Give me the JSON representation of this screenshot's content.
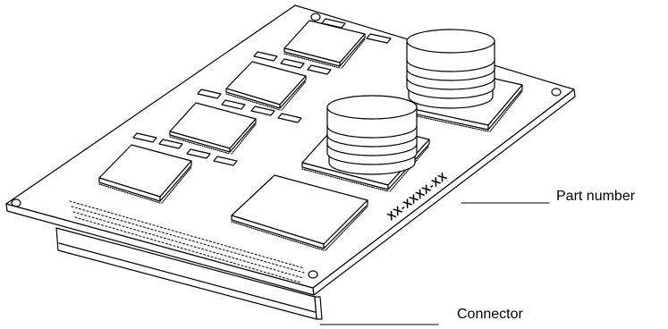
{
  "diagram": {
    "part_number_marking": "XX-XXXX-XX",
    "callouts": {
      "part_number": "Part number",
      "connector": "Connector"
    }
  },
  "colors": {
    "line": "#000000",
    "fill": "#ffffff"
  }
}
